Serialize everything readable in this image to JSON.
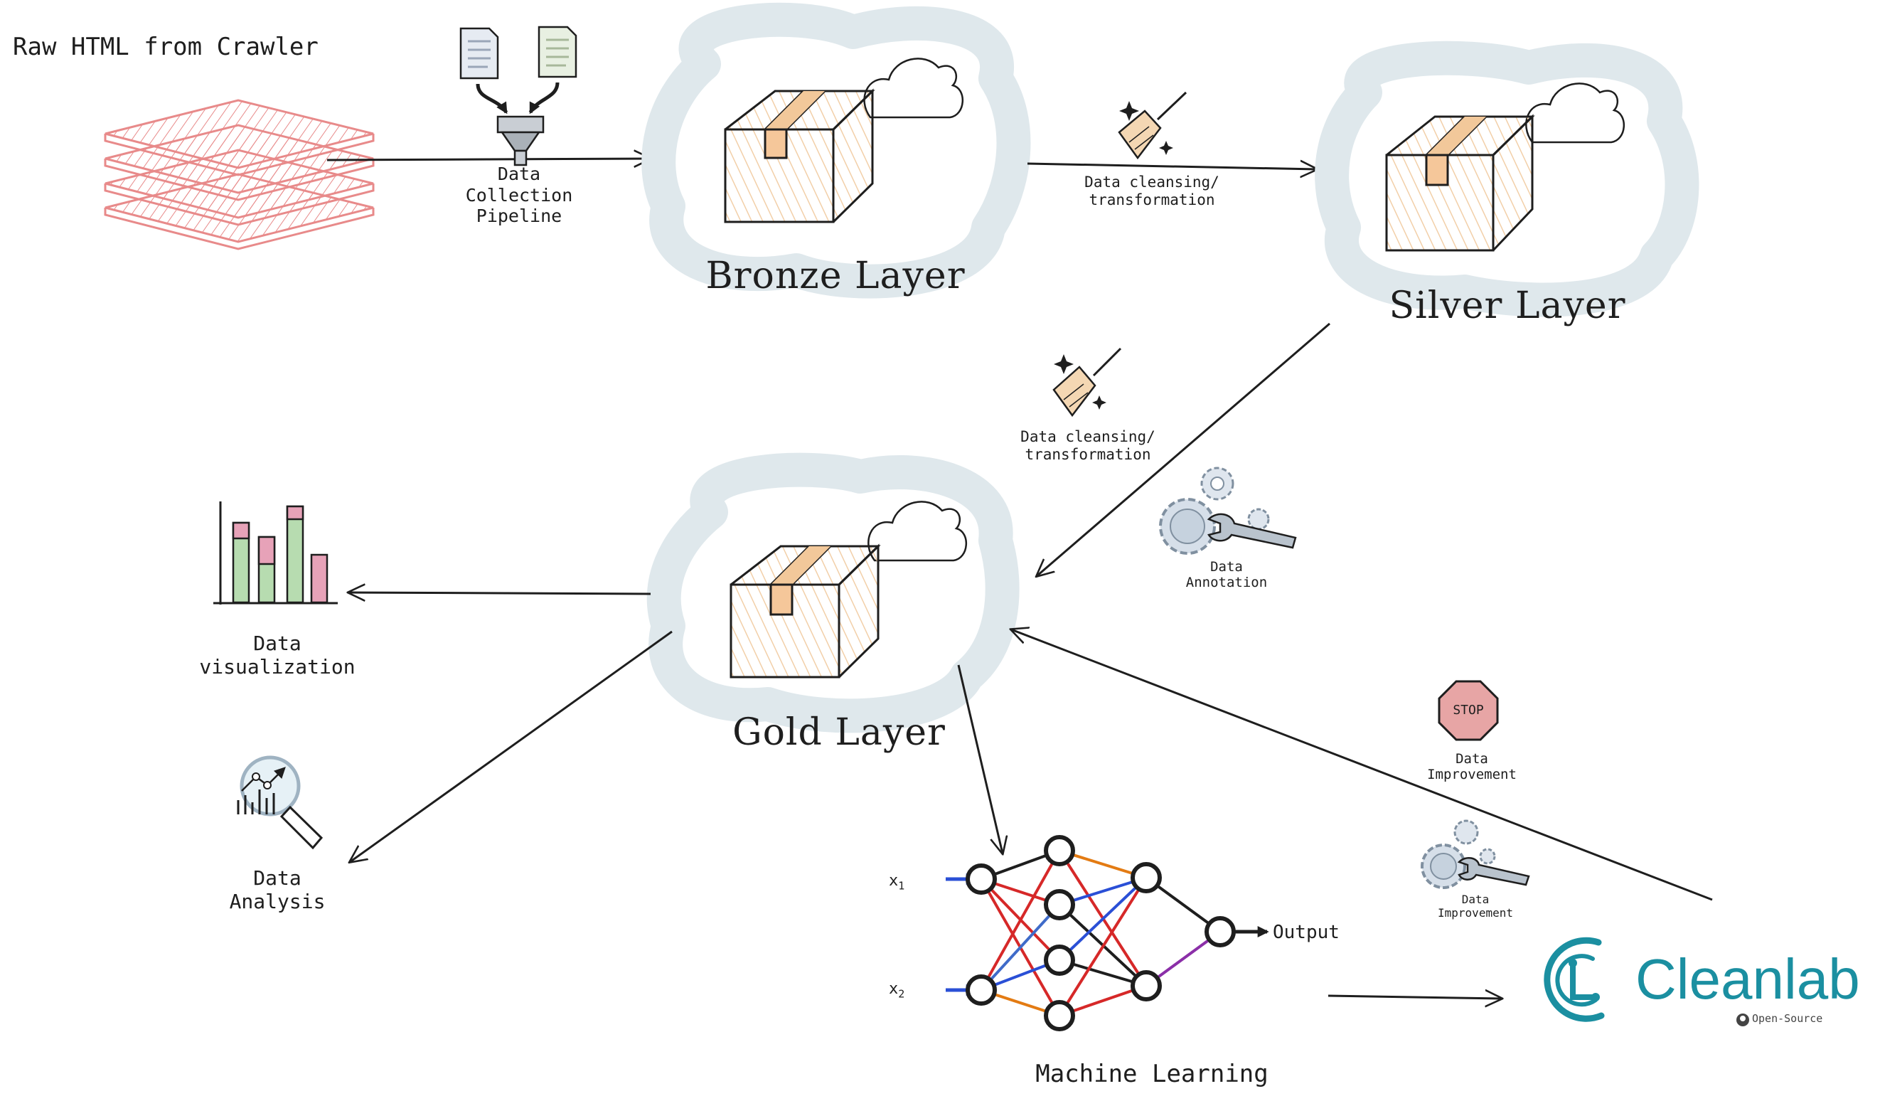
{
  "colors": {
    "stroke": "#1e1e1e",
    "raw_stack": "#e88a8a",
    "raw_fill": "#fbe2e2",
    "cloud_halo": "#dfe8ec",
    "box_fill": "#f6e0c8",
    "bar_green": "#b7dcb0",
    "bar_pink": "#e7a2b8",
    "stop_red": "#e7a5a5",
    "broom": "#f4d7b3",
    "brand_teal": "#1b8fa1",
    "nn_red": "#d62828",
    "nn_blue": "#2a4fd6",
    "nn_orange": "#e37b13",
    "nn_purple": "#8b2fa8"
  },
  "labels": {
    "raw_html": "Raw HTML from Crawler",
    "collection_line1": "Data",
    "collection_line2": "Collection",
    "collection_line3": "Pipeline",
    "cleansing_top_line1": "Data cleansing/",
    "cleansing_top_line2": "transformation",
    "cleansing_mid_line1": "Data cleansing/",
    "cleansing_mid_line2": "transformation",
    "bronze": "Bronze Layer",
    "silver": "Silver Layer",
    "gold": "Gold Layer",
    "annotation_line1": "Data",
    "annotation_line2": "Annotation",
    "viz_line1": "Data",
    "viz_line2": "visualization",
    "analysis_line1": "Data",
    "analysis_line2": "Analysis",
    "stop_text": "STOP",
    "improvement_stop_line1": "Data",
    "improvement_stop_line2": "Improvement",
    "improvement_gear_line1": "Data",
    "improvement_gear_line2": "Improvement",
    "ml": "Machine Learning",
    "output": "Output",
    "x1": "x",
    "x1_sub": "1",
    "x2": "x",
    "x2_sub": "2",
    "brand": "Cleanlab",
    "brand_sub": "Open-Source"
  },
  "icons": [
    "document-icon",
    "funnel-icon",
    "broom-icon",
    "gear-wrench-icon",
    "bar-chart-icon",
    "magnifier-chart-icon",
    "stop-sign-icon",
    "github-icon",
    "cloud-icon",
    "box-icon",
    "cleanlab-logo-icon"
  ]
}
